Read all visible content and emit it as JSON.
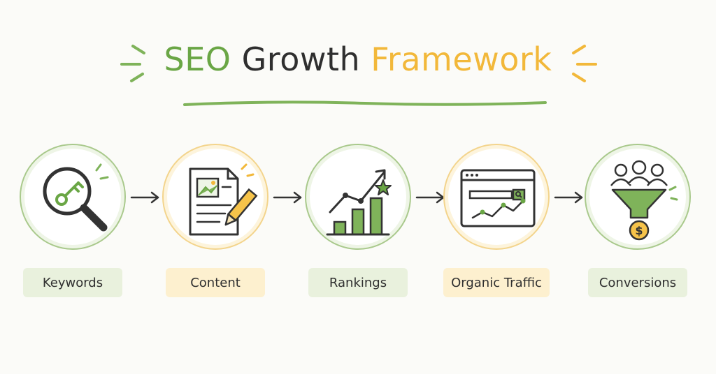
{
  "title": {
    "part1": "SEO",
    "part2": "Growth",
    "part3": "Framework"
  },
  "colors": {
    "green": "#6aa645",
    "yellow": "#f2b83a",
    "ink": "#2f2f2f"
  },
  "stages": [
    {
      "label": "Keywords",
      "icon": "magnifier-key-icon",
      "accent": "green"
    },
    {
      "label": "Content",
      "icon": "document-pencil-icon",
      "accent": "yellow"
    },
    {
      "label": "Rankings",
      "icon": "bar-chart-star-icon",
      "accent": "green"
    },
    {
      "label": "Organic Traffic",
      "icon": "browser-search-trend-icon",
      "accent": "yellow"
    },
    {
      "label": "Conversions",
      "icon": "users-funnel-dollar-icon",
      "accent": "green"
    }
  ],
  "icon_texts": {
    "dollar": "$"
  }
}
